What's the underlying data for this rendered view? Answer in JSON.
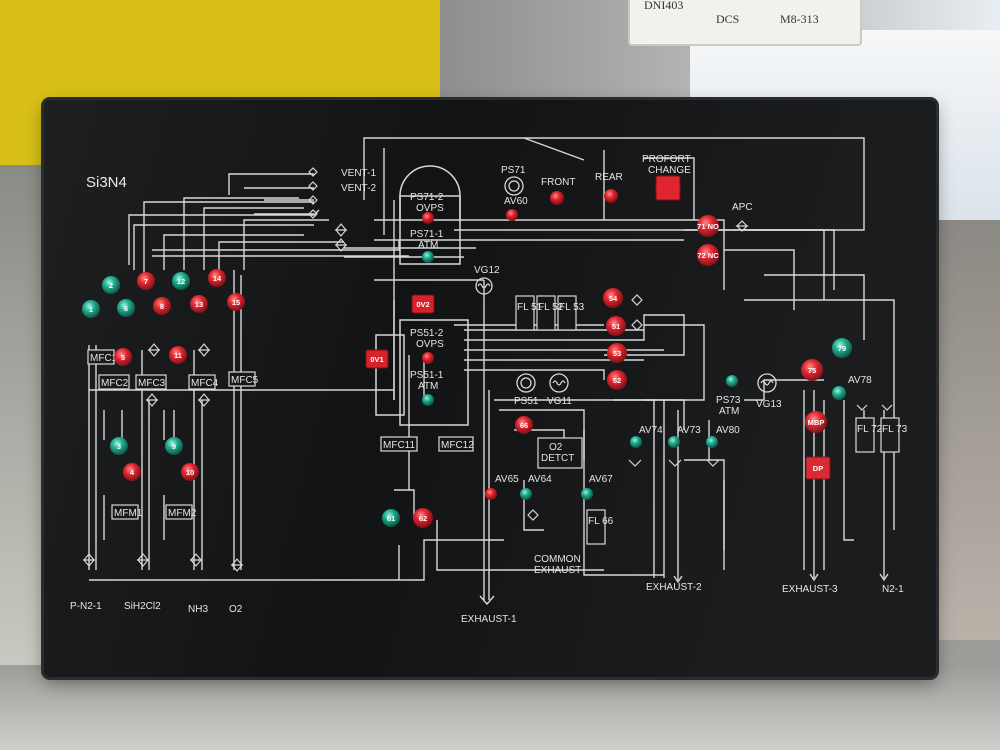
{
  "panel": {
    "title": "Si3N4",
    "plate": {
      "left": "DNI403",
      "mid": "DCS",
      "right": "M8-313"
    },
    "vents": [
      "VENT-1",
      "VENT-2"
    ],
    "gauges": {
      "ps71": "PS71",
      "ps51": "PS51",
      "vg11": "VG11",
      "vg12": "VG12",
      "vg13": "VG13",
      "ps73": "PS73",
      "atm": "ATM",
      "apc": "APC"
    },
    "ps71_box": {
      "l1": "PS71-2",
      "l2": "OVPS",
      "l3": "PS71-1",
      "l4": "ATM"
    },
    "ps51_box": {
      "l1": "PS51-2",
      "l2": "OVPS",
      "l3": "PS51-1",
      "l4": "ATM"
    },
    "front": "FRONT",
    "rear": "REAR",
    "profort": {
      "l1": "PROFORT",
      "l2": "CHANGE"
    },
    "valves": {
      "av60": "AV60",
      "av65": "AV65",
      "av64": "AV64",
      "av67": "AV67",
      "av73": "AV73",
      "av74": "AV74",
      "av78": "AV78",
      "av80": "AV80"
    },
    "mfc": [
      "MFC1",
      "MFC2",
      "MFC3",
      "MFC4",
      "MFC5",
      "MFC11",
      "MFC12"
    ],
    "mfm": [
      "MFM1",
      "MFM2"
    ],
    "filters": [
      "FL 51",
      "FL 52",
      "FL 53",
      "FL 66",
      "FL 72",
      "FL 73"
    ],
    "detct": {
      "l1": "O2",
      "l2": "DETCT"
    },
    "common_exhaust": {
      "l1": "COMMON",
      "l2": "EXHAUST"
    },
    "exhausts": [
      "EXHAUST-1",
      "EXHAUST-2",
      "EXHAUST-3",
      "N2-1"
    ],
    "gases": [
      "P-N2-1",
      "SiH2Cl2",
      "NH3",
      "O2"
    ],
    "lamp_labels": {
      "l1": "1",
      "l2": "2",
      "l4": "4",
      "l6": "6",
      "l7": "7",
      "l8": "8",
      "l9": "9",
      "l10": "10",
      "l11": "11",
      "l12": "12",
      "l13": "13",
      "l14": "14",
      "l15": "15",
      "l3": "3",
      "l5": "5",
      "l51": "51",
      "l52": "52",
      "l53": "53",
      "l54": "54",
      "l61": "61",
      "l62": "62",
      "l66": "66",
      "l71": "71 NO",
      "l72": "72 NC",
      "l75": "75",
      "l79": "79",
      "mbp": "MBP",
      "dp": "DP",
      "ov1": "0V1",
      "ov2": "0V2"
    },
    "colors": {
      "red": "#e0202a",
      "green": "#19a98c",
      "panel": "#121315",
      "line": "#dcdcdc"
    }
  }
}
